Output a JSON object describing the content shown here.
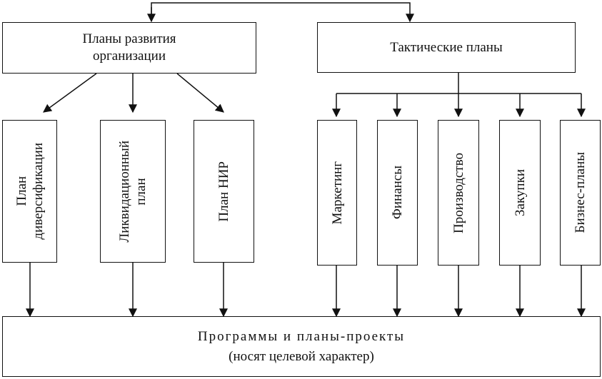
{
  "top_boxes": {
    "development_plans": "Планы развития\nорганизации",
    "tactical_plans": "Тактические планы"
  },
  "development_children": [
    "План\nдиверсификации",
    "Ликвидационный\nплан",
    "План НИР"
  ],
  "tactical_children": [
    "Маркетинг",
    "Финансы",
    "Производство",
    "Закупки",
    "Бизнес-планы"
  ],
  "bottom_box": {
    "line1": "Программы и планы-проекты",
    "line2": "(носят целевой характер)"
  }
}
